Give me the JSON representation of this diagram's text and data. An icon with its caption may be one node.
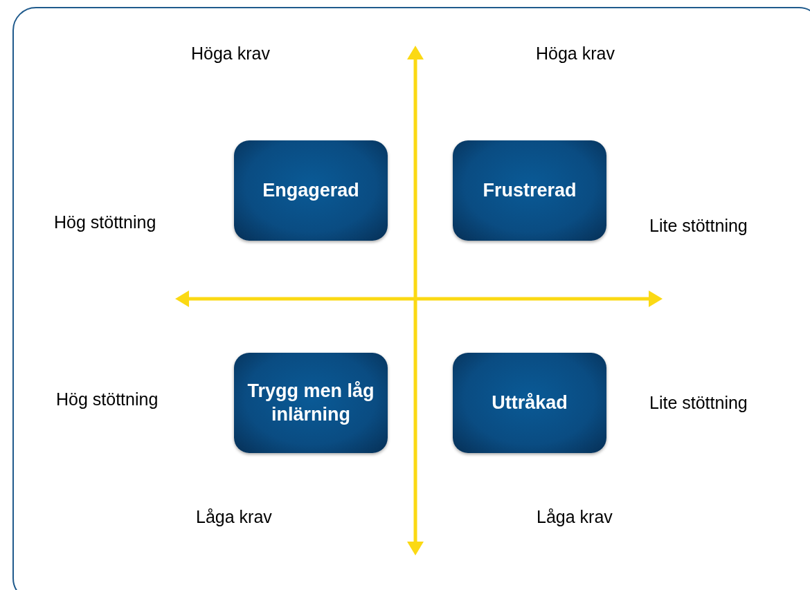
{
  "diagram": {
    "nodes": [
      {
        "text": [
          "Engagerad"
        ]
      },
      {
        "text": [
          "Frustrerad"
        ]
      },
      {
        "text": [
          "Trygg men låg inlärning"
        ]
      },
      {
        "text": [
          "Uttråkad"
        ]
      }
    ],
    "labels": [
      "Höga krav",
      "Höga krav",
      "Hög stöttning",
      "Lite stöttning",
      "Hög stöttning",
      "Lite stöttning",
      "Låga krav",
      "Låga krav"
    ]
  }
}
